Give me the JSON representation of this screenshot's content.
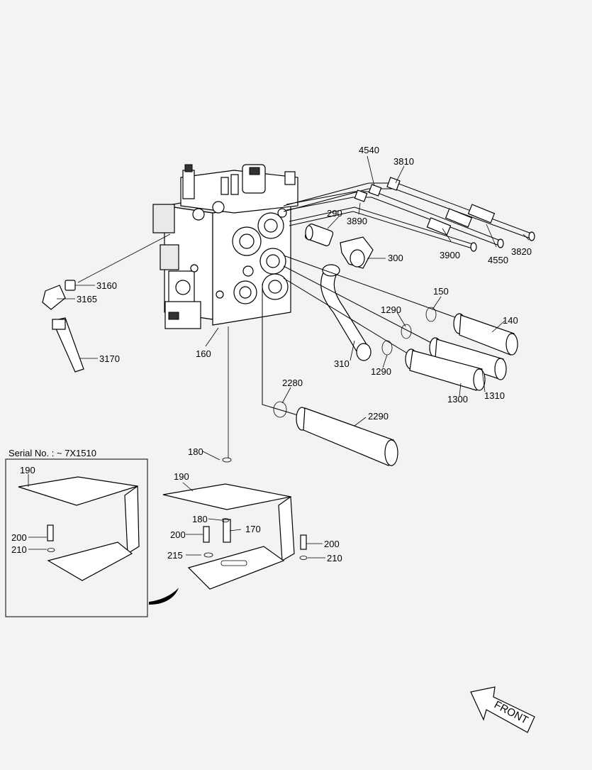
{
  "inset": {
    "title": "Serial No. : ~ 7X1510"
  },
  "labels": {
    "p4540": "4540",
    "p3810": "3810",
    "p290": "290",
    "p3890": "3890",
    "p300": "300",
    "p3900": "3900",
    "p4550": "4550",
    "p3820": "3820",
    "p3160": "3160",
    "p3165": "3165",
    "p3170": "3170",
    "p160": "160",
    "p150": "150",
    "p140": "140",
    "p1290a": "1290",
    "p1290b": "1290",
    "p310": "310",
    "p1310": "1310",
    "p1300": "1300",
    "p2280": "2280",
    "p2290": "2290",
    "p180a": "180",
    "p190": "190",
    "p180b": "180",
    "p170": "170",
    "p200a": "200",
    "p200b": "200",
    "p215": "215",
    "p210": "210",
    "i190": "190",
    "i200": "200",
    "i210": "210"
  },
  "direction_arrow": {
    "label": "FRONT"
  }
}
